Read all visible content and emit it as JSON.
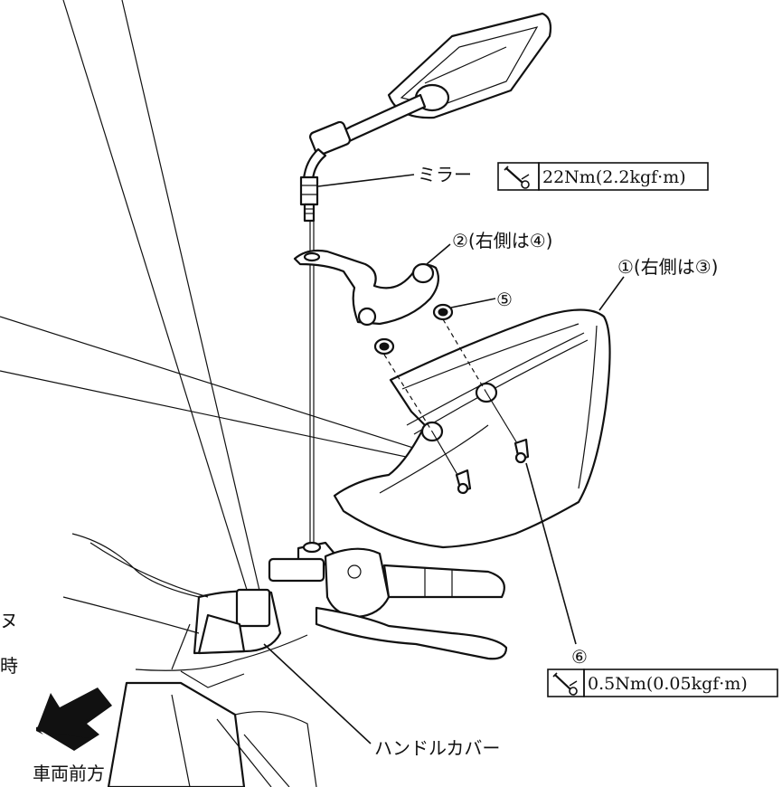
{
  "labels": {
    "mirror": "ミラー",
    "mirror_torque": "22Nm(2.2kgf·m)",
    "part2": "②(右側は④)",
    "part1": "①(右側は③)",
    "part5": "⑤",
    "part6": "⑥",
    "screw_torque": "0.5Nm(0.05kgf·m)",
    "handle_cover": "ハンドルカバー",
    "forward": "車両前方",
    "cut_text_1": "ヌ",
    "cut_text_2": "時"
  },
  "icons": {
    "torque": "torque-wrench-icon",
    "forward_arrow": "forward-arrow-icon"
  },
  "colors": {
    "line": "#111111",
    "background": "#ffffff"
  }
}
